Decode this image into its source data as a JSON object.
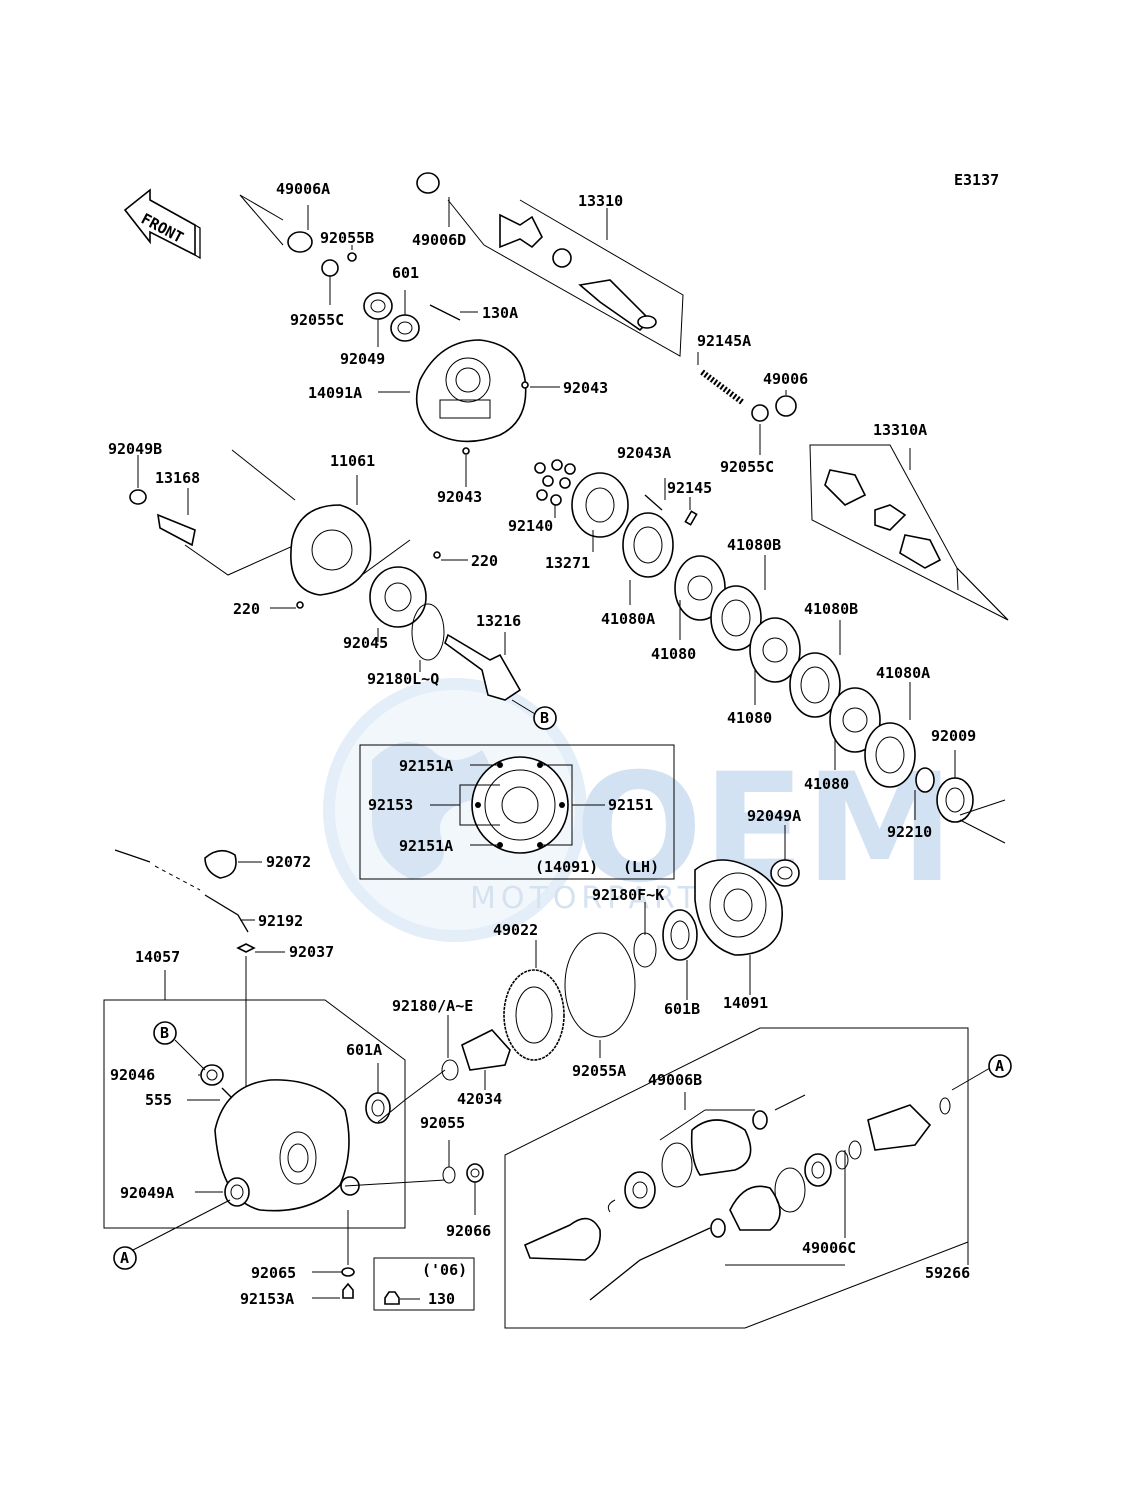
{
  "diagram_code": "E3137",
  "front_label": "FRONT",
  "watermark": {
    "brand": "OEM",
    "sub": "MOTORPARTS",
    "color": "#b8d3ee"
  },
  "inset": {
    "caption_id": "(14091)",
    "caption_side": "(LH)"
  },
  "labels": {
    "p49006A": "49006A",
    "p92055B": "92055B",
    "p92055C_a": "92055C",
    "p601": "601",
    "p130A": "130A",
    "p92049": "92049",
    "p14091A": "14091A",
    "p92043_a": "92043",
    "p92043_b": "92043",
    "p49006D": "49006D",
    "p13310": "13310",
    "p92145A": "92145A",
    "p49006": "49006",
    "p92055C_b": "92055C",
    "p13310A": "13310A",
    "p92049B": "92049B",
    "p13168": "13168",
    "p11061": "11061",
    "p220_a": "220",
    "p220_b": "220",
    "p92045": "92045",
    "p13216": "13216",
    "p92180LQ": "92180L~Q",
    "p92140": "92140",
    "p13271": "13271",
    "p92043A": "92043A",
    "p92145": "92145",
    "p41080A_a": "41080A",
    "p41080B_a": "41080B",
    "p41080_a": "41080",
    "p41080B_b": "41080B",
    "p41080_b": "41080",
    "p41080A_b": "41080A",
    "p41080_c": "41080",
    "p92009": "92009",
    "p92210": "92210",
    "p92151A_a": "92151A",
    "p92153": "92153",
    "p92151": "92151",
    "p92151A_b": "92151A",
    "p92049A_a": "92049A",
    "p92180FK": "92180F~K",
    "p601B": "601B",
    "p14091": "14091",
    "p92072": "92072",
    "p92192": "92192",
    "p92037": "92037",
    "p14057": "14057",
    "p49022": "49022",
    "p92055A": "92055A",
    "p92180AE": "92180/A~E",
    "p601A": "601A",
    "p42034": "42034",
    "p92046": "92046",
    "p555": "555",
    "p92055": "92055",
    "p92066": "92066",
    "p92049A_b": "92049A",
    "p92065": "92065",
    "p92153A": "92153A",
    "p06": "('06)",
    "p130": "130",
    "p49006B": "49006B",
    "p49006C": "49006C",
    "p59266": "59266"
  },
  "callouts": {
    "A": "A",
    "B": "B"
  }
}
